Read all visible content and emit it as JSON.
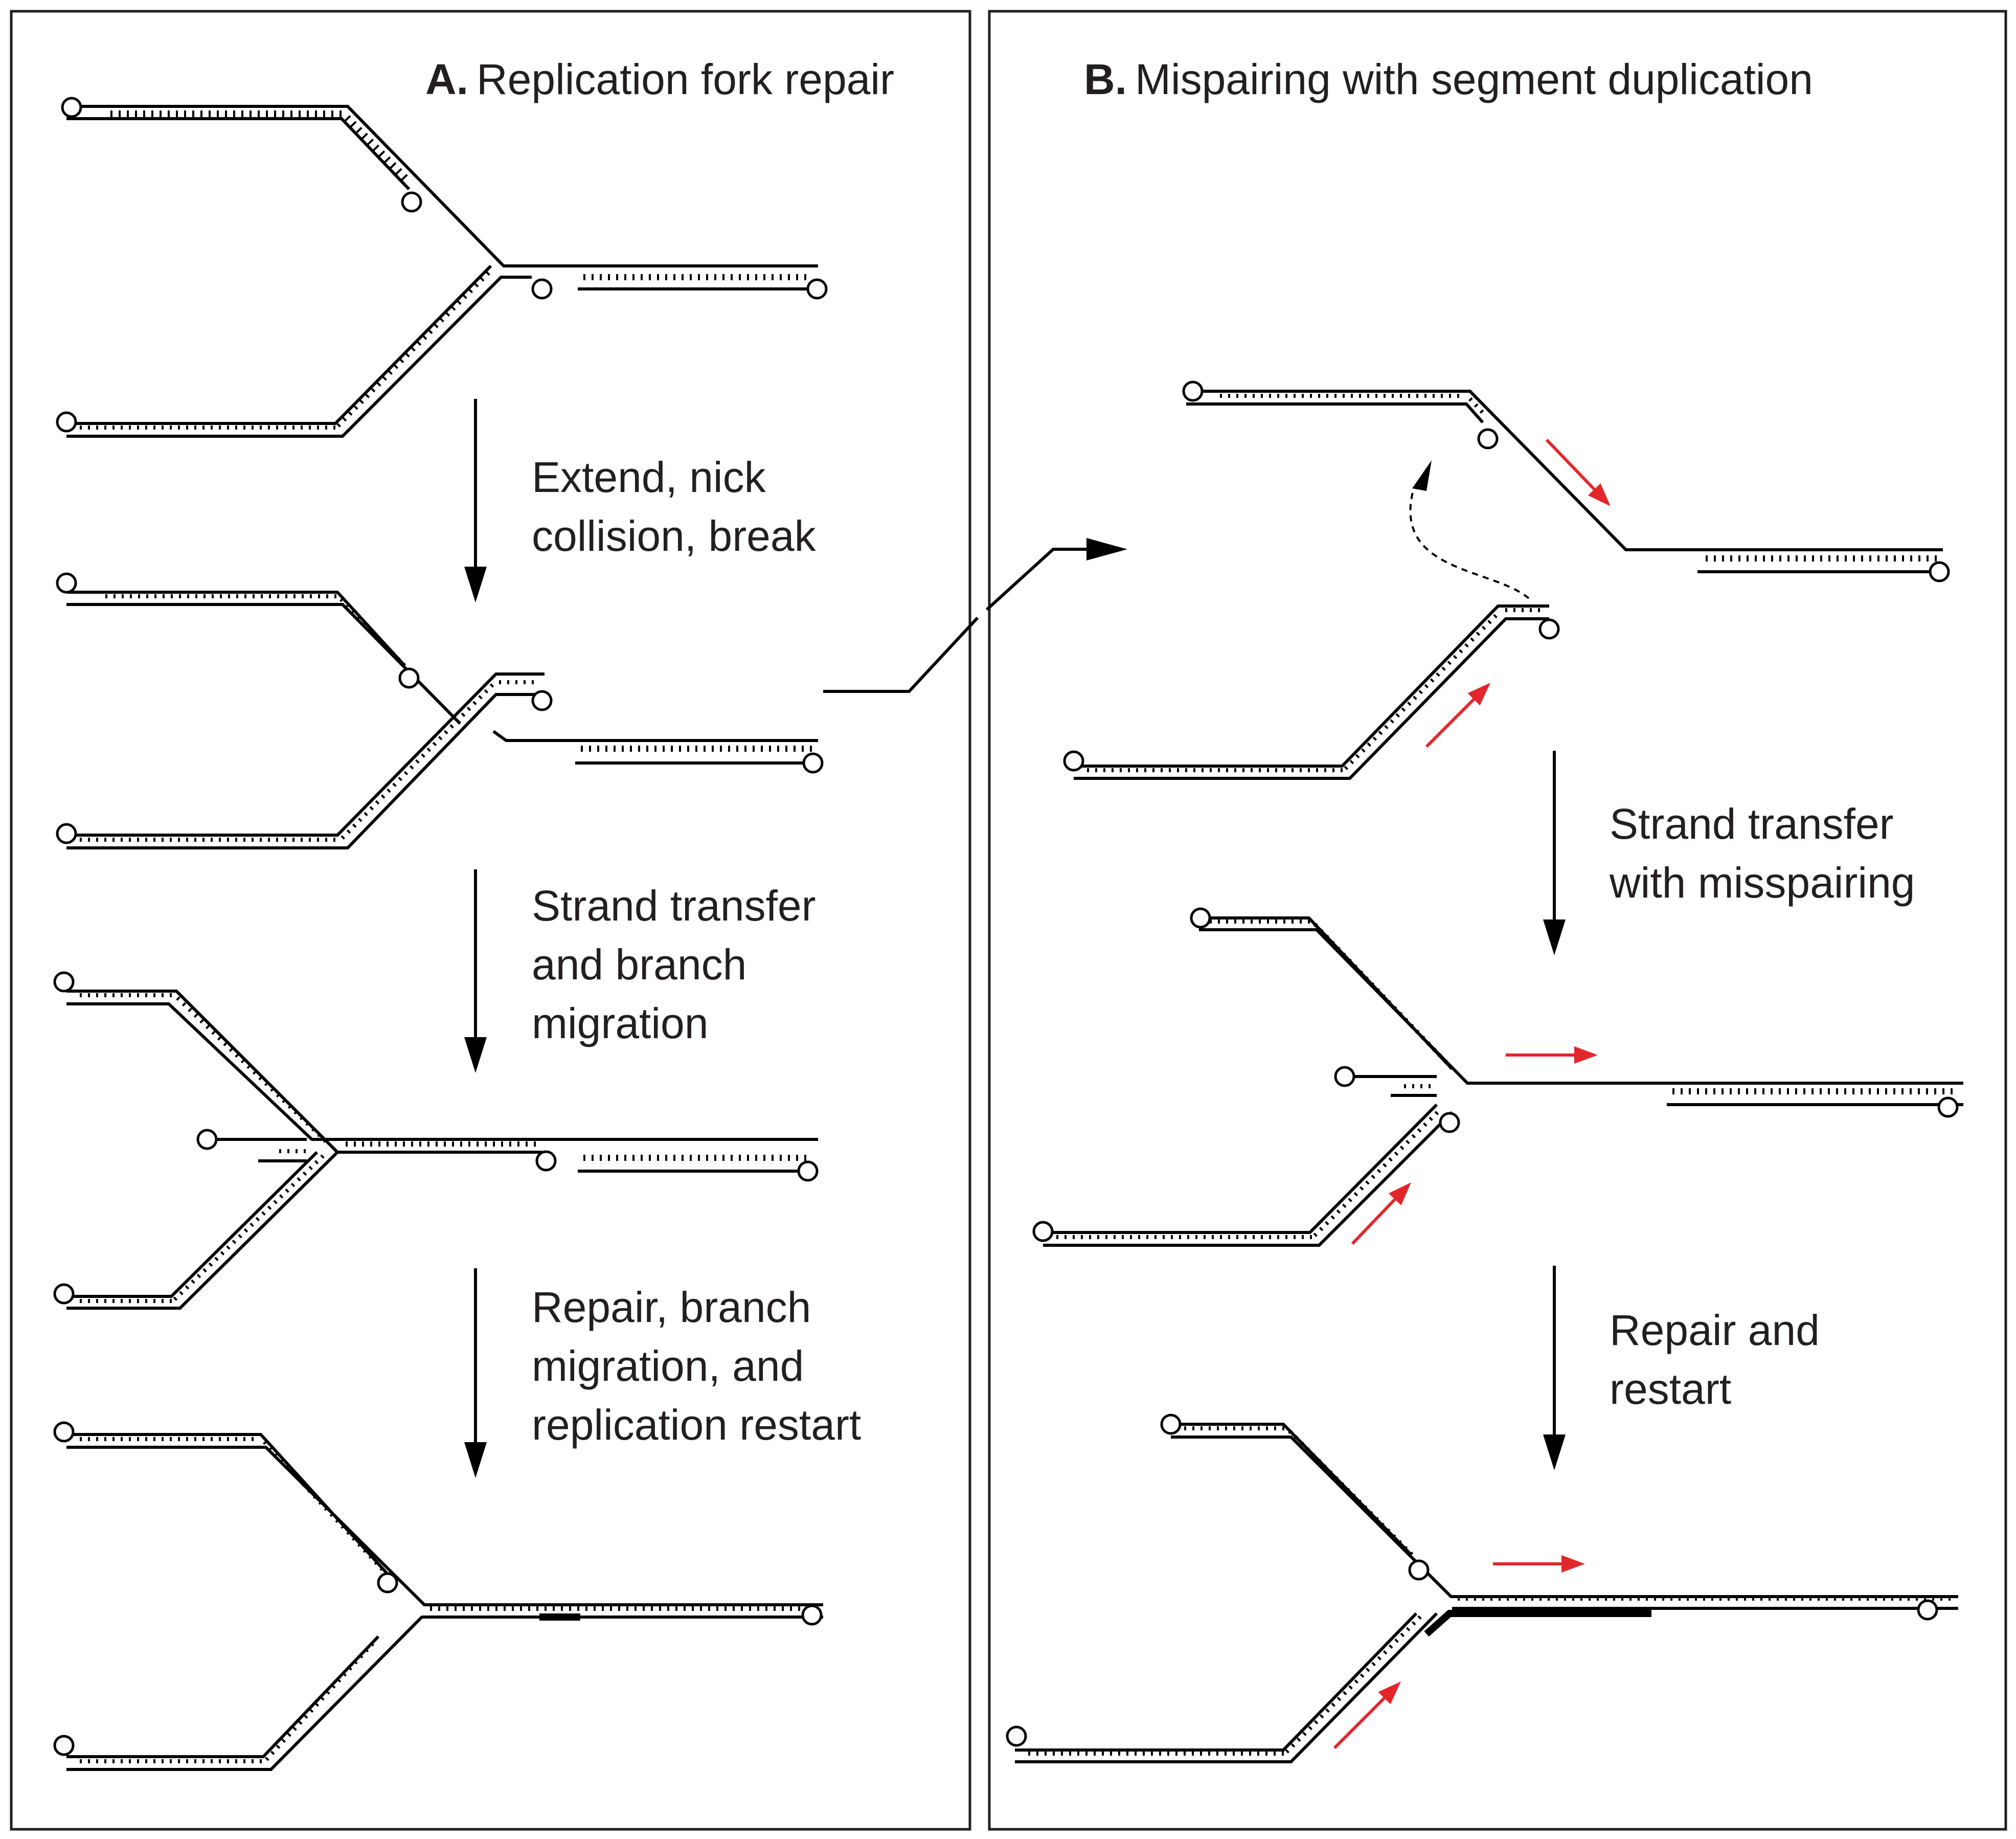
{
  "panels": {
    "a": {
      "letter": "A.",
      "title": "Replication fork repair",
      "steps": [
        [
          "Extend, nick",
          "collision, break"
        ],
        [
          "Strand transfer",
          "and branch",
          "migration"
        ],
        [
          "Repair, branch",
          "migration, and",
          "replication restart"
        ]
      ]
    },
    "b": {
      "letter": "B.",
      "title": "Mispairing with segment duplication",
      "steps": [
        [
          "Strand transfer",
          "with misspairing"
        ],
        [
          "Repair and",
          "restart"
        ]
      ]
    }
  },
  "colors": {
    "dna": "#000000",
    "frame": "#231f20",
    "duplication_arrow": "#e3262b"
  },
  "icons": {
    "strand_end": "open-circle",
    "base_pairs": "ladder-ticks",
    "duplication_marker": "red-arrow",
    "process_arrow": "down-arrow"
  }
}
